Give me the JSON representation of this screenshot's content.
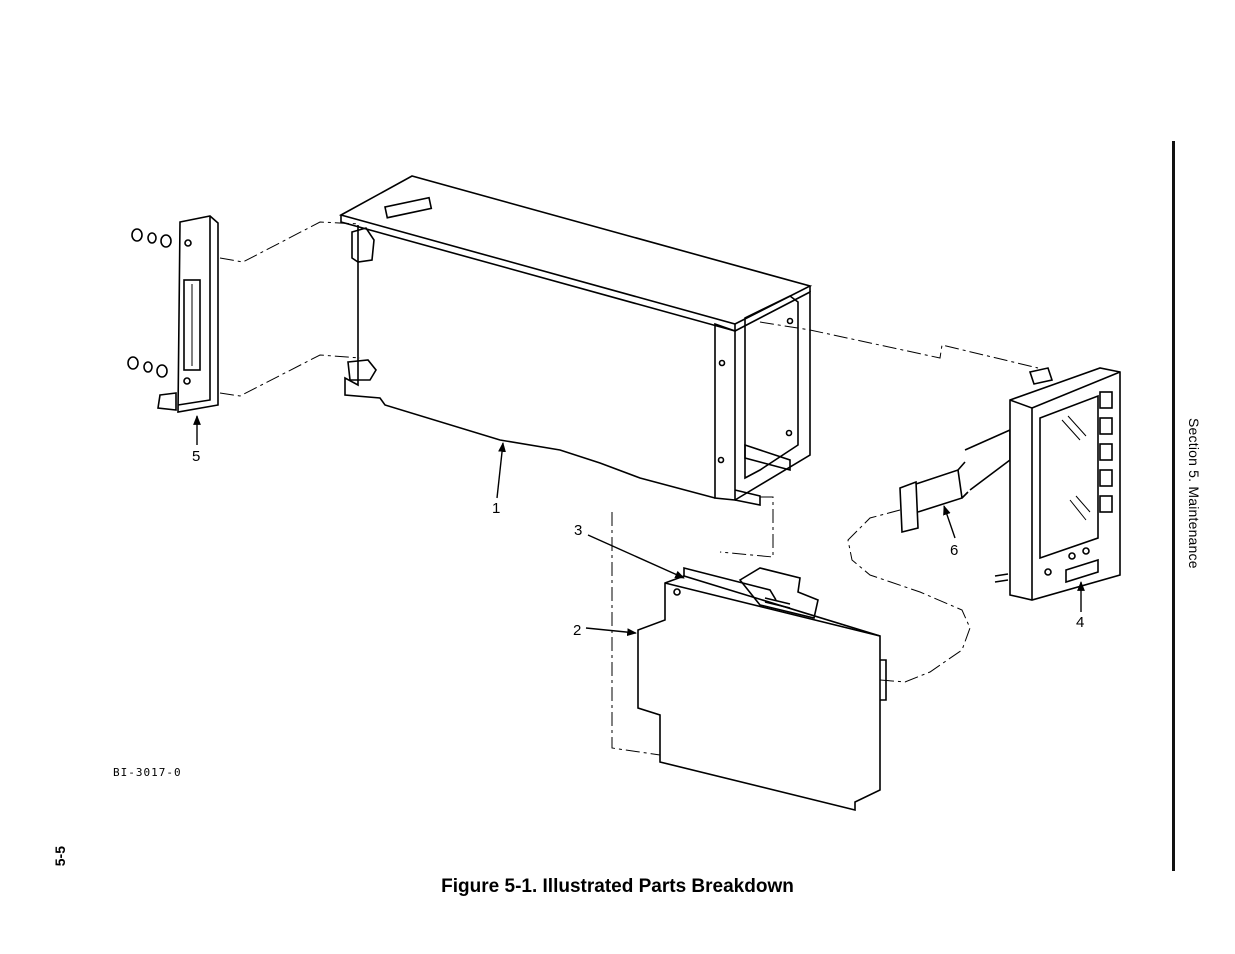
{
  "section_label": "Section 5.  Maintenance",
  "page_number": "5-5",
  "figure_caption": "Figure 5-1.  Illustrated Parts Breakdown",
  "drawing_code": "BI-3017-0",
  "callouts": {
    "c1": "1",
    "c2": "2",
    "c3": "3",
    "c4": "4",
    "c5": "5",
    "c6": "6"
  }
}
